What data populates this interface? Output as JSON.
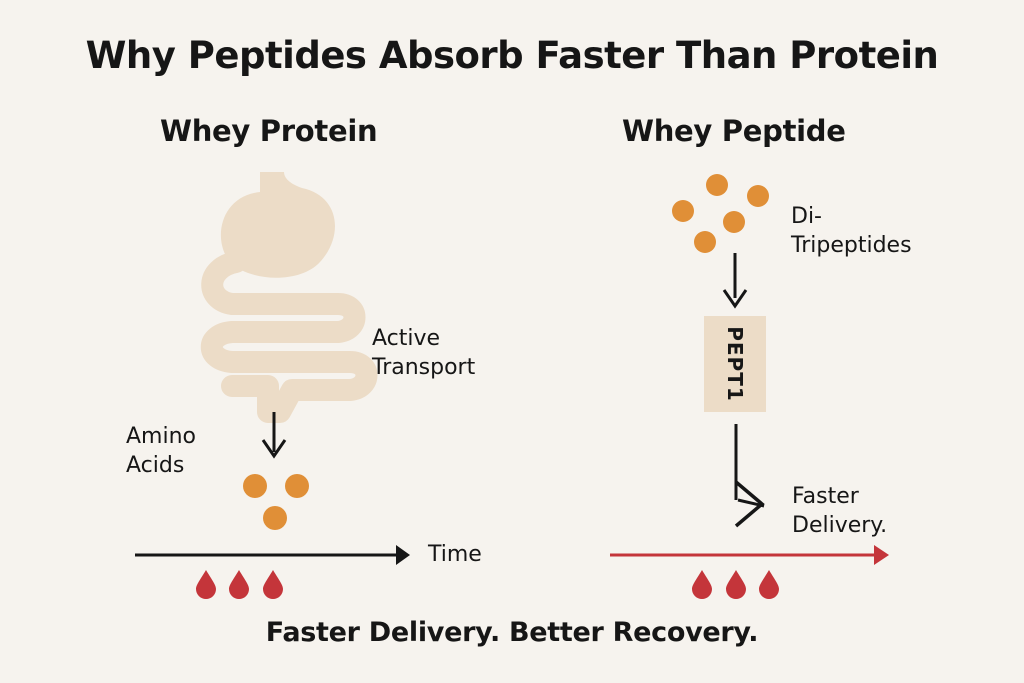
{
  "title": "Why Peptides Absorb Faster Than Protein",
  "left": {
    "heading": "Whey Protein",
    "transport_label_line1": "Active",
    "transport_label_line2": "Transport",
    "amino_label_line1": "Amino",
    "amino_label_line2": "Acids",
    "axis_label": "Time"
  },
  "right": {
    "heading": "Whey Peptide",
    "peptide_label_line1": "Di-",
    "peptide_label_line2": "Tripeptides",
    "transporter_label": "PEPT1",
    "delivery_label_line1": "Faster",
    "delivery_label_line2": "Delivery."
  },
  "footer": "Faster Delivery. Better Recovery.",
  "colors": {
    "background": "#f6f3ee",
    "gut": "#ecdcc7",
    "particle": "#e08f37",
    "blood_drop": "#c4353a",
    "fast_arrow": "#c4353a",
    "ink": "#161616",
    "transporter_box": "#ecdcc7"
  },
  "icons": {
    "gut": "stomach-intestine-icon",
    "particle": "amino-acid-dot",
    "drop": "blood-drop-icon"
  }
}
